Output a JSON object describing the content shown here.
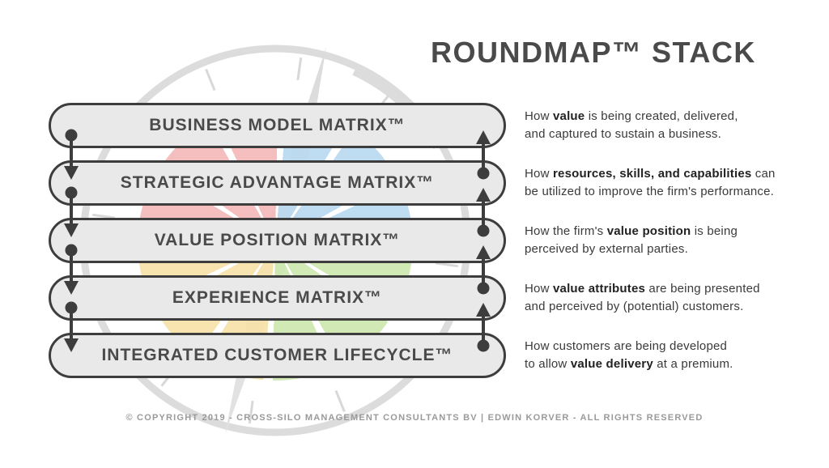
{
  "title": "ROUNDMAP™ STACK",
  "copyright": "© COPYRIGHT 2019 - CROSS-SILO MANAGEMENT CONSULTANTS BV | EDWIN KORVER - ALL RIGHTS RESERVED",
  "stack": {
    "rows": [
      {
        "label": "BUSINESS MODEL MATRIX™",
        "description_lines": [
          [
            {
              "t": "How ",
              "b": false
            },
            {
              "t": "value",
              "b": true
            },
            {
              "t": " is being created, delivered,",
              "b": false
            }
          ],
          [
            {
              "t": "and captured to sustain a business.",
              "b": false
            }
          ]
        ]
      },
      {
        "label": "STRATEGIC ADVANTAGE MATRIX™",
        "description_lines": [
          [
            {
              "t": "How ",
              "b": false
            },
            {
              "t": "resources, skills, and capabilities",
              "b": true
            },
            {
              "t": " can",
              "b": false
            }
          ],
          [
            {
              "t": "be utilized to improve the firm's performance.",
              "b": false
            }
          ]
        ]
      },
      {
        "label": "VALUE POSITION MATRIX™",
        "description_lines": [
          [
            {
              "t": "How the firm's ",
              "b": false
            },
            {
              "t": "value position",
              "b": true
            },
            {
              "t": " is being",
              "b": false
            }
          ],
          [
            {
              "t": "perceived by external parties.",
              "b": false
            }
          ]
        ]
      },
      {
        "label": "EXPERIENCE MATRIX™",
        "description_lines": [
          [
            {
              "t": "How ",
              "b": false
            },
            {
              "t": "value attributes",
              "b": true
            },
            {
              "t": " are being presented",
              "b": false
            }
          ],
          [
            {
              "t": "and perceived by (potential) customers.",
              "b": false
            }
          ]
        ]
      },
      {
        "label": "INTEGRATED CUSTOMER LIFECYCLE™",
        "description_lines": [
          [
            {
              "t": "How customers are being developed",
              "b": false
            }
          ],
          [
            {
              "t": "to allow ",
              "b": false
            },
            {
              "t": "value delivery",
              "b": true
            },
            {
              "t": " at a premium.",
              "b": false
            }
          ]
        ]
      }
    ]
  },
  "icons": {
    "down_arrow": "arrow-down-icon",
    "up_arrow": "arrow-up-icon",
    "node_dot": "node-dot-icon",
    "compass": "compass-rose-icon",
    "lifecycle_ring": "lifecycle-ring-icon"
  },
  "colors": {
    "pill_fill": "#e9e9e9",
    "pill_border": "#3d3d3d",
    "connector": "#3d3d3d",
    "title_text": "#4a4a4a",
    "desc_text": "#3a3a3a",
    "copyright_text": "#9a9a9a",
    "compass_gray": "#dcdcdc",
    "ring_red": "#f4b9b9",
    "ring_blue": "#b9d9f0",
    "ring_yellow": "#f6e1a8",
    "ring_green": "#cde7ad"
  }
}
